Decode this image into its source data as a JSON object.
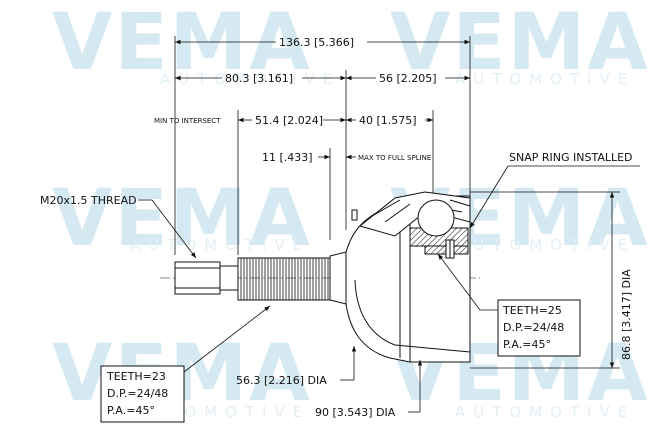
{
  "watermark": {
    "brand": "VEMA",
    "subtitle": "AUTOMOTIVE"
  },
  "dimensions": {
    "overall_length": "136.3 [5.366]",
    "length_to_center": "80.3 [3.161]",
    "length_center_to_end": "56 [2.205]",
    "min_to_intersect": "51.4 [2.024]",
    "min_to_intersect_label": "MIN TO INTERSECT",
    "max_to_full_spline": "40 [1.575]",
    "spline_offset": "11 [.433]",
    "max_to_full_spline_label": "MAX TO FULL SPLINE",
    "body_diameter": "86.8 [3.417] DIA",
    "seal_diameter": "56.3 [2.216] DIA",
    "bell_diameter": "90 [3.543] DIA"
  },
  "callouts": {
    "thread": "M20x1.5 THREAD",
    "snap_ring": "SNAP RING INSTALLED"
  },
  "spec_outer": {
    "teeth": "TEETH=23",
    "dp": "D.P.=24/48",
    "pa": "P.A.=45°"
  },
  "spec_inner": {
    "teeth": "TEETH=25",
    "dp": "D.P.=24/48",
    "pa": "P.A.=45°"
  }
}
